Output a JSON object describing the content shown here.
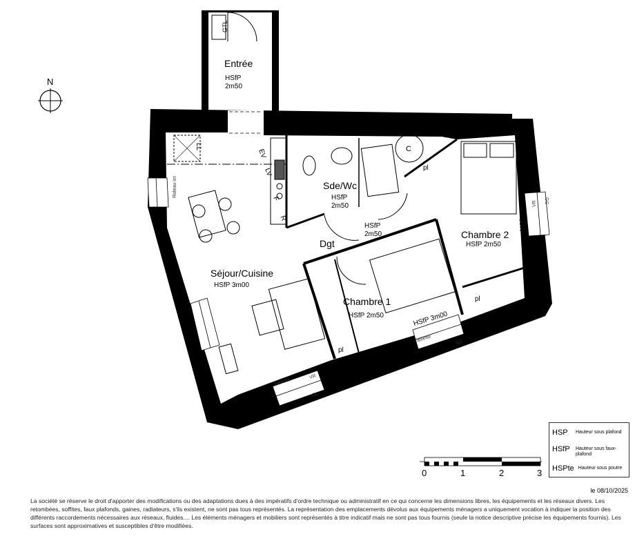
{
  "compass": {
    "label": "N"
  },
  "rooms": {
    "entree": {
      "name": "Entrée",
      "height_label": "HSfP",
      "height_value": "2m50"
    },
    "sde_wc": {
      "name": "Sde/Wc",
      "height_label": "HSfP",
      "height_value": "2m50"
    },
    "dgt": {
      "name": "Dgt",
      "height_label": "HSfP",
      "height_value": "2m50"
    },
    "sejour": {
      "name": "Séjour/Cuisine",
      "height": "HSfP 3m00"
    },
    "chambre1": {
      "name": "Chambre 1",
      "height": "HSfP 2m50"
    },
    "chambre2": {
      "name": "Chambre 2",
      "height": "HSfP 2m50"
    }
  },
  "fixtures": {
    "gtl": "GTL",
    "ll": "LL",
    "ev": "EV",
    "lv": "LV",
    "f": "F",
    "r": "R",
    "c": "C",
    "pl": "pl",
    "rideau": "Rideau int",
    "tablette": "Tablette",
    "vr": "VR",
    "gc": "GC",
    "hsp_window": "HSfP 3m00"
  },
  "scale": {
    "ticks": [
      "0",
      "1",
      "2",
      "3"
    ]
  },
  "legend": [
    {
      "abbr": "HSP",
      "text": "Hauteur sous plafond"
    },
    {
      "abbr": "HSfP",
      "text": "Hauteur sous faux-plafond"
    },
    {
      "abbr": "HSPte",
      "text": "Hauteur sous poutre"
    }
  ],
  "date": "le 08/10/2025",
  "disclaimer": "La société se réserve le droit d'apporter des modifications ou des adaptations dues à des impératifs d'ordre technique ou administratif en ce qui concerne les dimensions libres, les équipements et les réseaux divers. Les retombées, soffites, faux plafonds, gaines, radiateurs, s'ils existent, ne sont pas tous représentés. La représentation des emplacements dévolus aux équipements ménagers a uniquement vocation à indiquer la position des différents raccordements nécessaires aux réseaux, fluides.... Les éléments ménagers et mobiliers sont représentés à titre indicatif mais ne sont pas tous fournis (seule la notice descriptive précise les équipements fournis). Les surfaces sont approximatives et susceptibles d'être modifiées."
}
